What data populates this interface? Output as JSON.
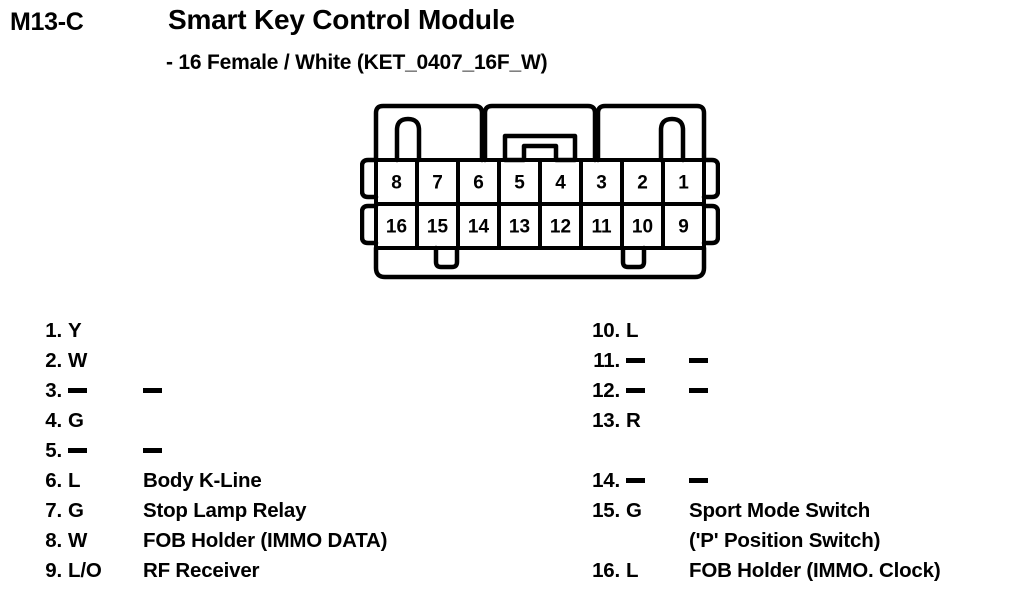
{
  "header": {
    "code": "M13-C",
    "title": "Smart Key Control Module",
    "subtitle": "- 16 Female / White (KET_0407_16F_W)"
  },
  "connector": {
    "name": "16-pin-female-connector",
    "top_row_pins": [
      "8",
      "7",
      "6",
      "5",
      "4",
      "3",
      "2",
      "1"
    ],
    "bottom_row_pins": [
      "16",
      "15",
      "14",
      "13",
      "12",
      "11",
      "10",
      "9"
    ]
  },
  "pins": {
    "left_column": [
      {
        "index": "1.",
        "code": "Y",
        "desc": ""
      },
      {
        "index": "2.",
        "code": "W",
        "desc": ""
      },
      {
        "index": "3.",
        "code": "—",
        "desc": "—"
      },
      {
        "index": "4.",
        "code": "G",
        "desc": ""
      },
      {
        "index": "5.",
        "code": "—",
        "desc": "—"
      },
      {
        "index": "6.",
        "code": "L",
        "desc": "Body K-Line"
      },
      {
        "index": "7.",
        "code": "G",
        "desc": "Stop Lamp Relay"
      },
      {
        "index": "8.",
        "code": "W",
        "desc": "FOB Holder (IMMO DATA)"
      },
      {
        "index": "9.",
        "code": "L/O",
        "desc": "RF Receiver"
      }
    ],
    "right_column": [
      {
        "index": "10.",
        "code": "L",
        "desc": ""
      },
      {
        "index": "11.",
        "code": "—",
        "desc": "—"
      },
      {
        "index": "12.",
        "code": "—",
        "desc": "—"
      },
      {
        "index": "13.",
        "code": "R",
        "desc": ""
      },
      {
        "index": "",
        "code": "",
        "desc": ""
      },
      {
        "index": "14.",
        "code": "—",
        "desc": "—"
      },
      {
        "index": "15.",
        "code": "G",
        "desc": "Sport Mode Switch"
      },
      {
        "index": "",
        "code": "",
        "desc": "('P' Position Switch)"
      },
      {
        "index": "16.",
        "code": "L",
        "desc": "FOB Holder (IMMO. Clock)"
      }
    ]
  },
  "colors": {
    "ink": "#000000",
    "paper": "#ffffff"
  }
}
